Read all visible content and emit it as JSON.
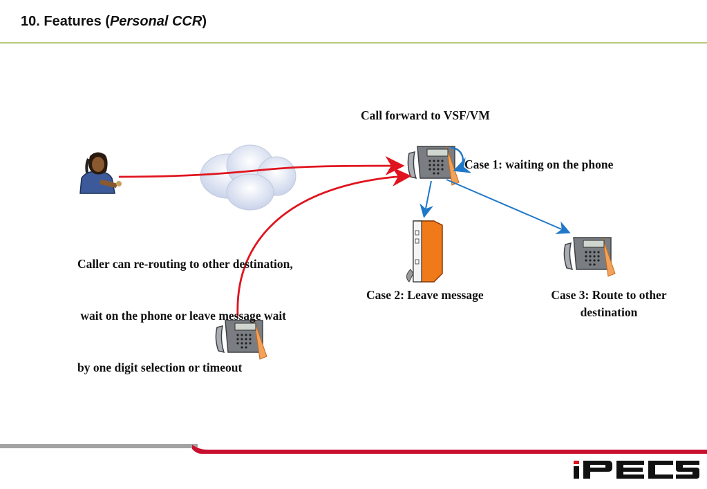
{
  "header": {
    "title_prefix": "10. Features (",
    "title_italic": "Personal CCR",
    "title_suffix": ")"
  },
  "diagram": {
    "heading": "Call forward to VSF/VM",
    "case1": "Case 1: waiting on the phone",
    "case2": "Case 2: Leave message",
    "case3_line1": "Case 3: Route to other",
    "case3_line2": "destination",
    "caller_line1": "Caller can re-routing to other destination,",
    "caller_line2": " wait on the phone or leave message wait",
    "caller_line3": "by one digit selection or timeout"
  },
  "footer": {
    "logo_text": "iPECS"
  },
  "colors": {
    "accent_rule": "#b6c97a",
    "red_line": "#e0141e",
    "blue_line": "#1f78c8",
    "footer_red": "#c8102e",
    "footer_gray": "#a3a3a3",
    "logo": "#111111"
  }
}
